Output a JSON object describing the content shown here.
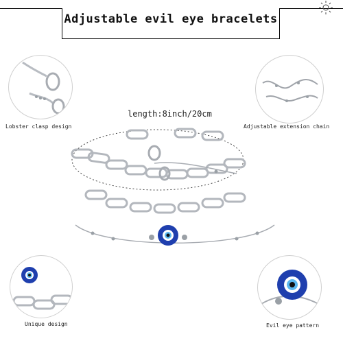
{
  "banner": {
    "title": "Adjustable evil eye bracelets"
  },
  "length": "length:8inch/20cm",
  "callouts": [
    {
      "caption": "Lobster clasp design"
    },
    {
      "caption": "Adjustable extension chain"
    },
    {
      "caption": "Unique design"
    },
    {
      "caption": "Evil eye pattern"
    }
  ],
  "colors": {
    "chain": "#b8bcc2",
    "bead_blue": "#1f3fae",
    "frame": "#cfcfcf",
    "background": "#ffffff"
  }
}
